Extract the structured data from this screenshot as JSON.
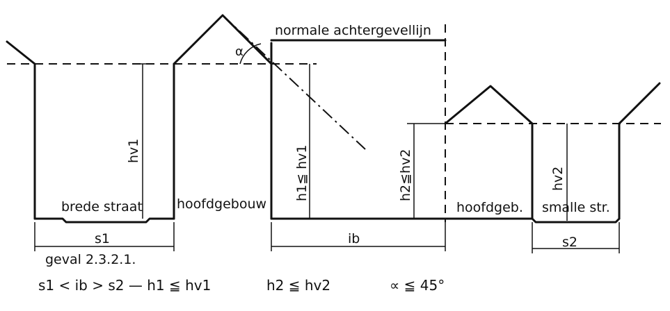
{
  "labels": {
    "top_line": "normale achtergevellijn",
    "hv1": "hv1",
    "h1": "h1≦ hv1",
    "h2": "h2≦hv2",
    "hv2": "hv2",
    "street_wide": "brede straat",
    "main_building": "hoofdgebouw",
    "main_building_short": "hoofdgeb.",
    "street_narrow": "smalle str.",
    "s1": "s1",
    "ib": "ib",
    "s2": "s2",
    "case": "geval 2.3.2.1.",
    "alpha": "α"
  },
  "formulas": {
    "f1": "s1 < ib > s2 — h1 ≦ hv1",
    "f2": "h2 ≦ hv2",
    "f3": "∝ ≦ 45°"
  }
}
